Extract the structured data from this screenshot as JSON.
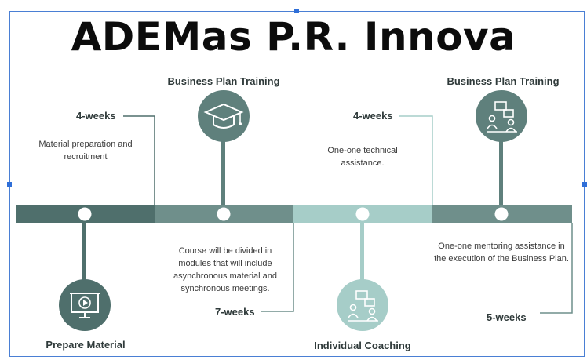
{
  "title": "ADEMas P.R. Innova",
  "stages": [
    {
      "title": "Prepare Material",
      "duration": "4-weeks",
      "description": "Material preparation and recruitment",
      "icon": "presentation-play-icon"
    },
    {
      "title": "Business Plan Training",
      "duration": "7-weeks",
      "description": "Course will be divided in modules that will include asynchronous material and synchronous meetings.",
      "icon": "graduation-cap-icon"
    },
    {
      "title": "Individual Coaching",
      "duration": "4-weeks",
      "description": "One-one technical assistance.",
      "icon": "meeting-board-icon"
    },
    {
      "title": "Business Plan Training",
      "duration": "5-weeks",
      "description": "One-one mentoring assistance in the execution of the Business Plan.",
      "icon": "meeting-board-icon"
    }
  ],
  "colors": {
    "segment_1": "#4f6f6c",
    "segment_2": "#6f8f8b",
    "segment_3": "#a6cdc8",
    "segment_4": "#6f8f8b",
    "node_1": "#4f6f6c",
    "node_2": "#5f807c",
    "node_3": "#a6cdc8",
    "node_4": "#5f807c",
    "selection": "#2f6fd8"
  }
}
